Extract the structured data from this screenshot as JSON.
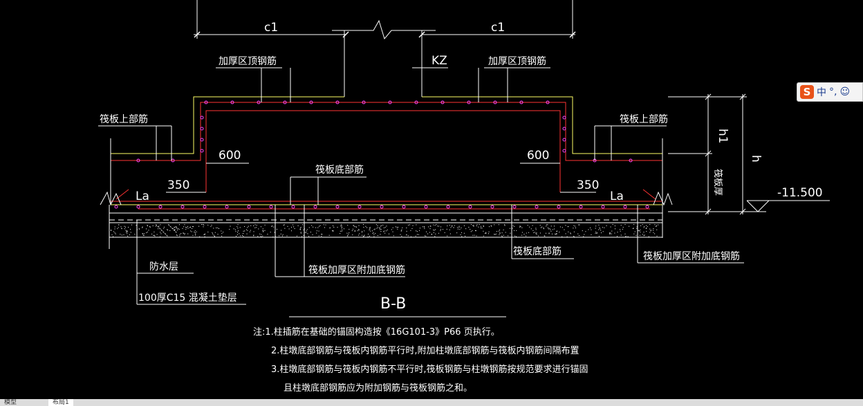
{
  "drawing": {
    "labels": {
      "c1_left": "c1",
      "c1_right": "c1",
      "kz": "KZ",
      "top_rebar_left": "加厚区顶钢筋",
      "top_rebar_right": "加厚区顶钢筋",
      "raft_top_left": "筏板上部筋",
      "raft_top_right": "筏板上部筋",
      "dim_600_left": "600",
      "dim_600_right": "600",
      "dim_350_left": "350",
      "dim_350_right": "350",
      "la_left": "La",
      "la_right": "La",
      "raft_bottom_top": "筏板底部筋",
      "raft_bottom_lower": "筏板底部筋",
      "waterproof": "防水层",
      "cushion": "100厚C15 混凝土垫层",
      "add_bottom_mid": "筏板加厚区附加底钢筋",
      "add_bottom_right": "筏板加厚区附加底钢筋",
      "dim_h1": "h1",
      "dim_h": "h",
      "dim_raft": "筏板厚",
      "elevation": "-11.500",
      "section_title": "B-B"
    },
    "notes": [
      "注:1.柱插筋在基础的锚固构造按《16G101-3》P66 页执行。",
      "2.柱墩底部钢筋与筏板内钢筋平行时,附加柱墩底部钢筋与筏板内钢筋间隔布置",
      "3.柱墩底部钢筋与筏板内钢筋不平行时,筏板钢筋与柱墩钢筋按规范要求进行锚固",
      "且柱墩底部钢筋应为附加钢筋与筏板钢筋之和。"
    ],
    "colors": {
      "background": "#000000",
      "lines": "#ffffff",
      "rebar": "#ffff66",
      "rebar_red": "#ff3333",
      "rebar_dots": "#ff44ff",
      "ime_logo": "#e8531a"
    }
  },
  "ime": {
    "logo": "S",
    "mode": "中",
    "punct": "°,",
    "emoji": "☺"
  },
  "tabs": [
    "模型",
    "布局1"
  ]
}
